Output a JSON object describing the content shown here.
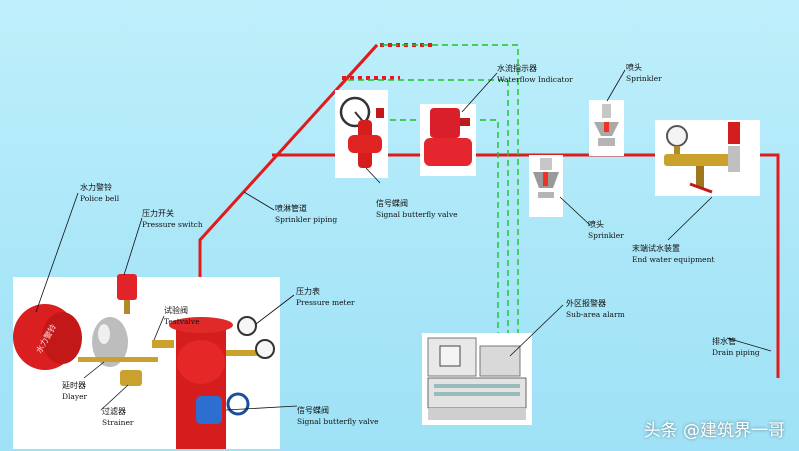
{
  "labels": {
    "police_bell": {
      "zh": "水力警铃",
      "en": "Police bell"
    },
    "pressure_switch": {
      "zh": "压力开关",
      "en": "Pressure switch"
    },
    "test_valve": {
      "zh": "试验阀",
      "en": "Testvalve"
    },
    "delayer": {
      "zh": "延时器",
      "en": "Dlayer"
    },
    "strainer": {
      "zh": "过滤器",
      "en": "Strainer"
    },
    "pressure_meter": {
      "zh": "压力表",
      "en": "Pressure meter"
    },
    "signal_valve_bottom": {
      "zh": "信号蝶阀",
      "en": "Signal butterfly valve"
    },
    "sprinkler_piping": {
      "zh": "喷淋管道",
      "en": "Sprinkler piping"
    },
    "signal_valve_top": {
      "zh": "信号蝶阀",
      "en": "Signal butterfly valve"
    },
    "waterflow_indicator": {
      "zh": "水流指示器",
      "en": "Waterflow Indicator"
    },
    "sprinkler_top": {
      "zh": "喷头",
      "en": "Sprinkler"
    },
    "sprinkler_mid": {
      "zh": "喷头",
      "en": "Sprinkler"
    },
    "end_water": {
      "zh": "末端试水装置",
      "en": "End water equipment"
    },
    "sub_area_alarm": {
      "zh": "外区报警器",
      "en": "Sub-area alarm"
    },
    "drain_piping": {
      "zh": "排水管",
      "en": "Drain piping"
    }
  },
  "bell_text": "水力警铃",
  "watermark": "头条 @建筑界一哥",
  "colors": {
    "pipe": "#e01b1b",
    "signal_line": "#19c32a",
    "background": "#aee8f8"
  }
}
